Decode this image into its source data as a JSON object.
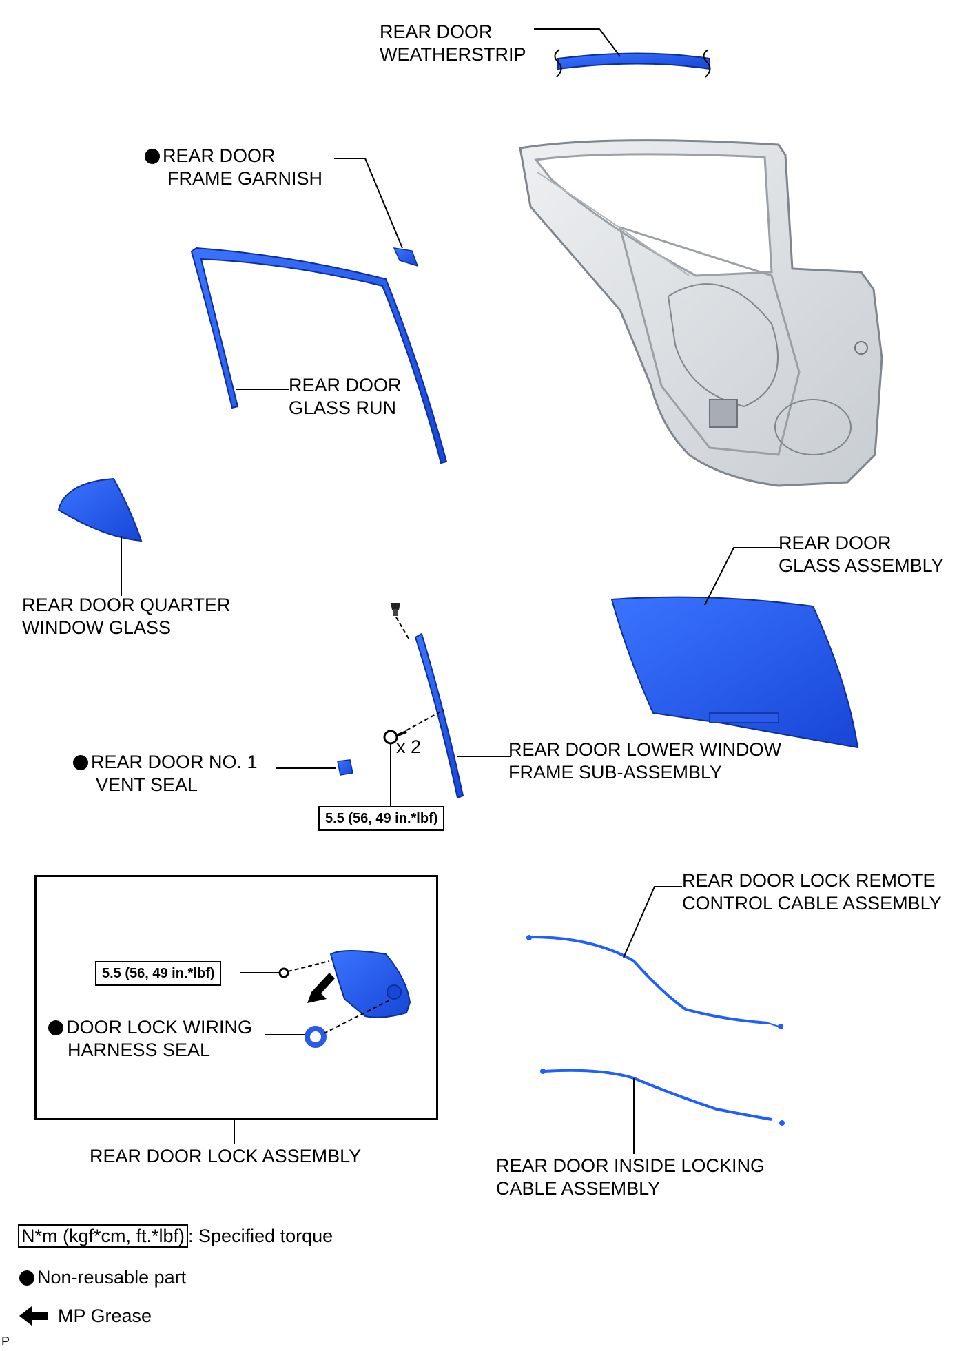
{
  "labels": {
    "weatherstrip": [
      "REAR DOOR",
      "WEATHERSTRIP"
    ],
    "frame_garnish": [
      "REAR DOOR",
      "FRAME GARNISH"
    ],
    "glass_run": [
      "REAR DOOR",
      "GLASS RUN"
    ],
    "quarter_glass": [
      "REAR DOOR QUARTER",
      "WINDOW GLASS"
    ],
    "glass_assembly": [
      "REAR DOOR",
      "GLASS ASSEMBLY"
    ],
    "vent_seal": [
      "REAR DOOR NO. 1",
      "VENT SEAL"
    ],
    "lower_frame": [
      "REAR DOOR LOWER WINDOW",
      "FRAME SUB-ASSEMBLY"
    ],
    "remote_cable": [
      "REAR DOOR LOCK REMOTE",
      "CONTROL CABLE ASSEMBLY"
    ],
    "harness_seal": [
      "DOOR LOCK WIRING",
      "HARNESS SEAL"
    ],
    "lock_assembly": "REAR DOOR LOCK ASSEMBLY",
    "inside_cable": [
      "REAR DOOR INSIDE LOCKING",
      "CABLE ASSEMBLY"
    ]
  },
  "quantity": "x 2",
  "torque": {
    "lower_frame": "5.5 (56, 49 in.*lbf)",
    "lock": "5.5 (56, 49 in.*lbf)"
  },
  "legend": {
    "torque_unit": "N*m (kgf*cm, ft.*lbf)",
    "torque_text": ": Specified torque",
    "non_reusable": "Non-reusable part",
    "grease": "MP Grease"
  },
  "corner_mark": "P",
  "colors": {
    "part_blue": "#1f5fff",
    "part_dark": "#1240c8",
    "door_panel": "#d9dde2",
    "door_edge": "#8a9096"
  }
}
